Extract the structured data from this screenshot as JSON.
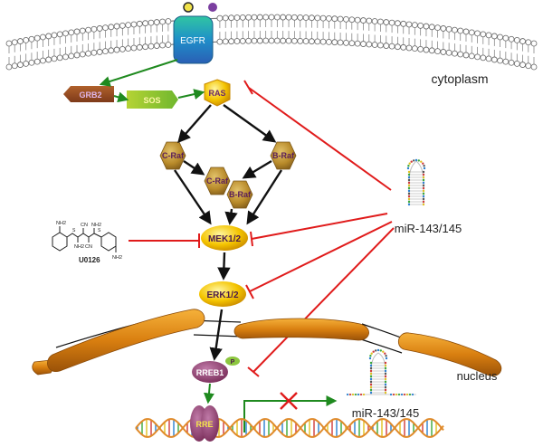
{
  "membrane": {
    "receptor": "EGFR",
    "compartment_cytoplasm": "cytoplasm",
    "compartment_nucleus": "nucleus"
  },
  "nodes": {
    "grb2": "GRB2",
    "sos": "SOS",
    "ras": "RAS",
    "craf": "C-Raf",
    "braf": "B-Raf",
    "craf_dimer": "C-Raf",
    "braf_dimer": "B-Raf",
    "mek": "MEK1/2",
    "erk": "ERK1/2",
    "rreb1": "RREB1",
    "phospho": "P",
    "rre": "RRE"
  },
  "inhibitor": {
    "name": "U0126",
    "atom_nh2": "NH2",
    "atom_cn": "CN",
    "atom_s": "S"
  },
  "mirna": {
    "label_main": "miR-143/145",
    "label_product": "miR-143/145"
  },
  "colors": {
    "activation": "#1f8a1f",
    "inhibition": "#e01b1b",
    "signal": "#111111",
    "node_gold": "#c9a227",
    "node_purple": "#6b2a6b",
    "membrane_blue": "#1e90c8",
    "ras_yellow": "#f2c200",
    "sos_green": "#8cc63f"
  }
}
